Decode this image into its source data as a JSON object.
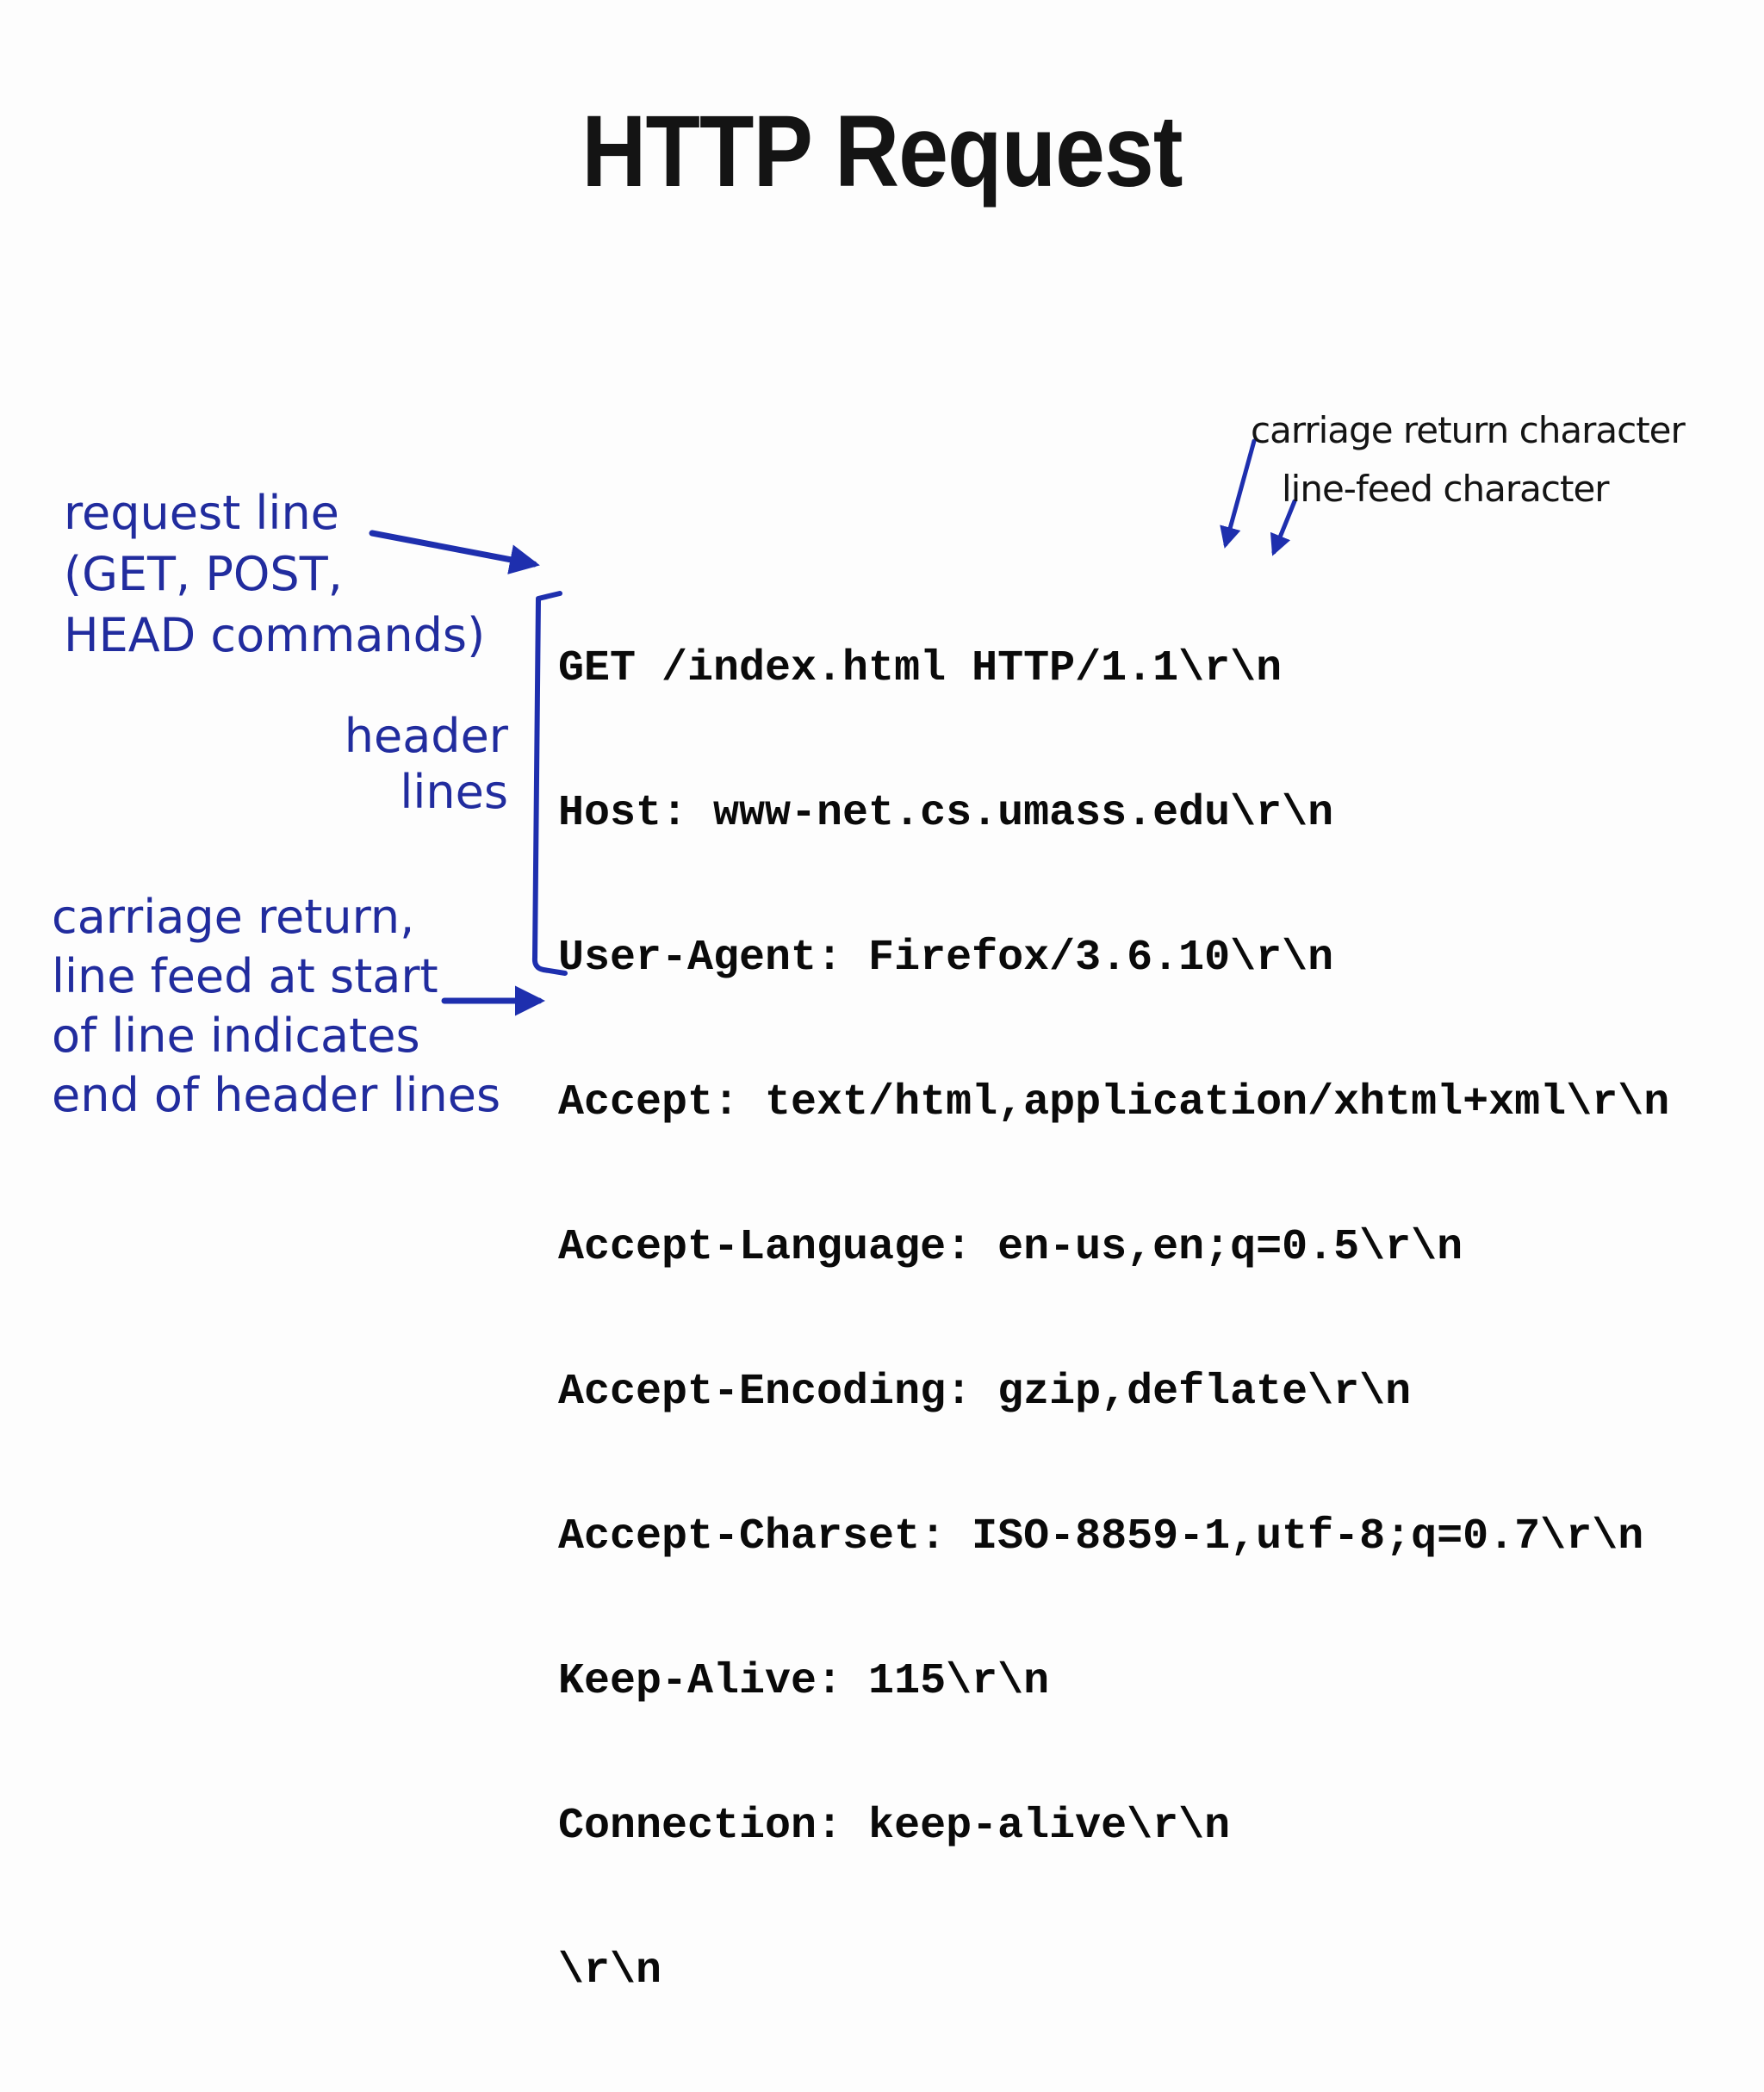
{
  "title": "HTTP Request",
  "colors": {
    "annotation_blue": "#212c9e",
    "arrow_blue": "#1e2fae",
    "label_black": "#141414",
    "code_black": "#0a0a0a",
    "background": "#fdfdfd"
  },
  "annotations": {
    "request_line": "request line\n(GET, POST,\nHEAD commands)",
    "header_lines": "header\nlines",
    "end_of_headers": "carriage return,\nline feed at start\nof line indicates\nend of header lines",
    "carriage_return": "carriage return character",
    "line_feed": "line-feed character"
  },
  "code": {
    "lines": [
      "GET /index.html HTTP/1.1\\r\\n",
      "Host: www-net.cs.umass.edu\\r\\n",
      "User-Agent: Firefox/3.6.10\\r\\n",
      "Accept: text/html,application/xhtml+xml\\r\\n",
      "Accept-Language: en-us,en;q=0.5\\r\\n",
      "Accept-Encoding: gzip,deflate\\r\\n",
      "Accept-Charset: ISO-8859-1,utf-8;q=0.7\\r\\n",
      "Keep-Alive: 115\\r\\n",
      "Connection: keep-alive\\r\\n",
      "\\r\\n"
    ]
  }
}
